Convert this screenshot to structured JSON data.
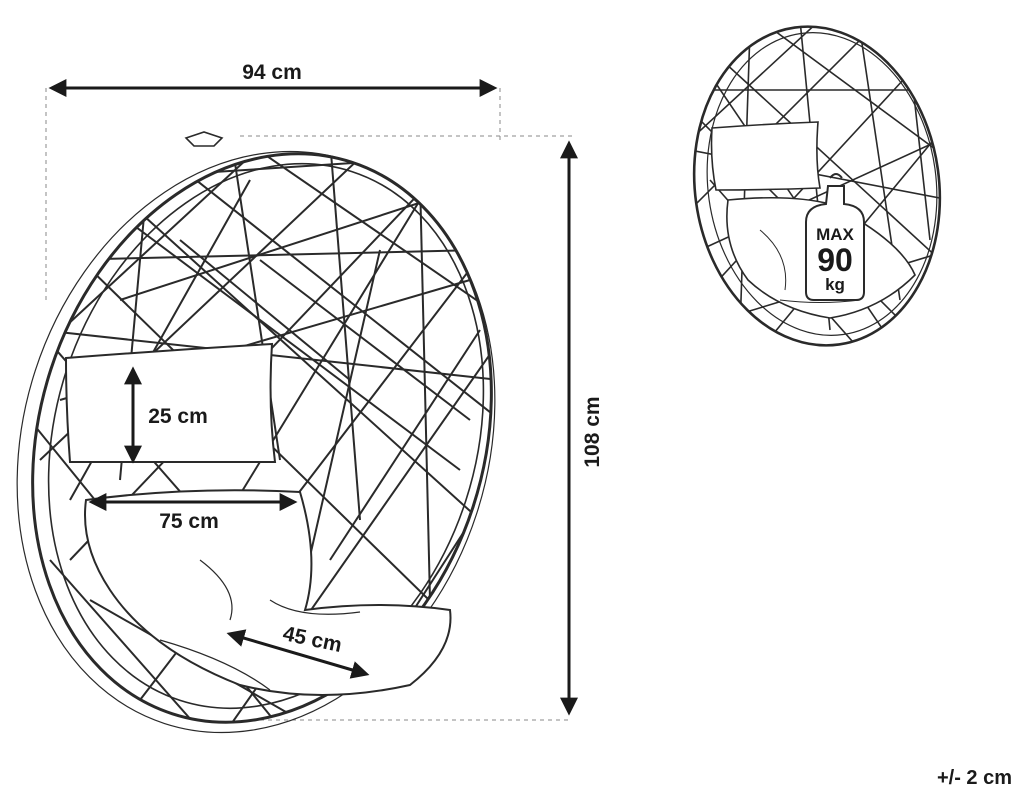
{
  "dimensions": {
    "width": "94 cm",
    "height": "108 cm",
    "pillow_height": "25 cm",
    "seat_width": "75 cm",
    "seat_depth": "45 cm"
  },
  "weight_badge": {
    "line1": "MAX",
    "line2": "90",
    "line3": "kg"
  },
  "tolerance": "+/- 2 cm",
  "colors": {
    "line": "#2a2a2a",
    "guide": "#8a8a8a"
  }
}
